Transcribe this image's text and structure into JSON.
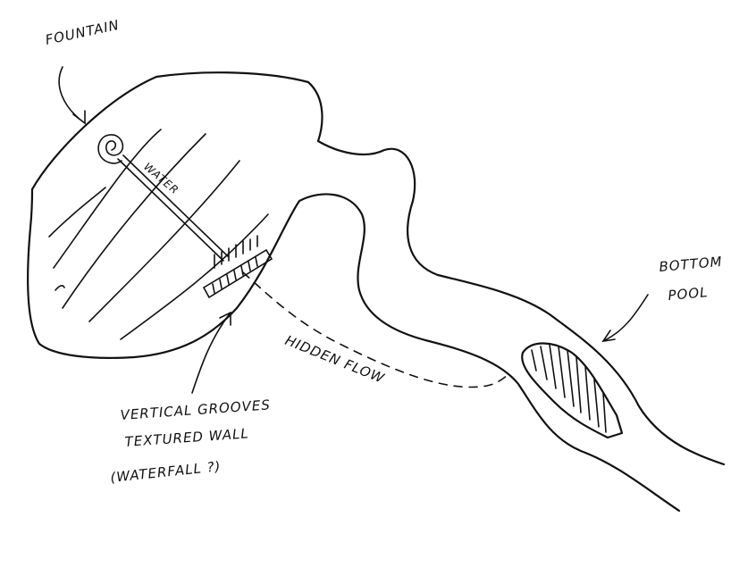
{
  "labels": {
    "fountain": "FOUNTAIN",
    "water": "WATER",
    "bottom_pool_1": "BOTTOM",
    "bottom_pool_2": "POOL",
    "hidden_flow": "HIDDEN FLOW",
    "note_1": "VERTICAL GROOVES",
    "note_2": "TEXTURED WALL",
    "note_3": "(WATERFALL ?)"
  },
  "colors": {
    "ink": "#111111",
    "paper": "#ffffff"
  }
}
